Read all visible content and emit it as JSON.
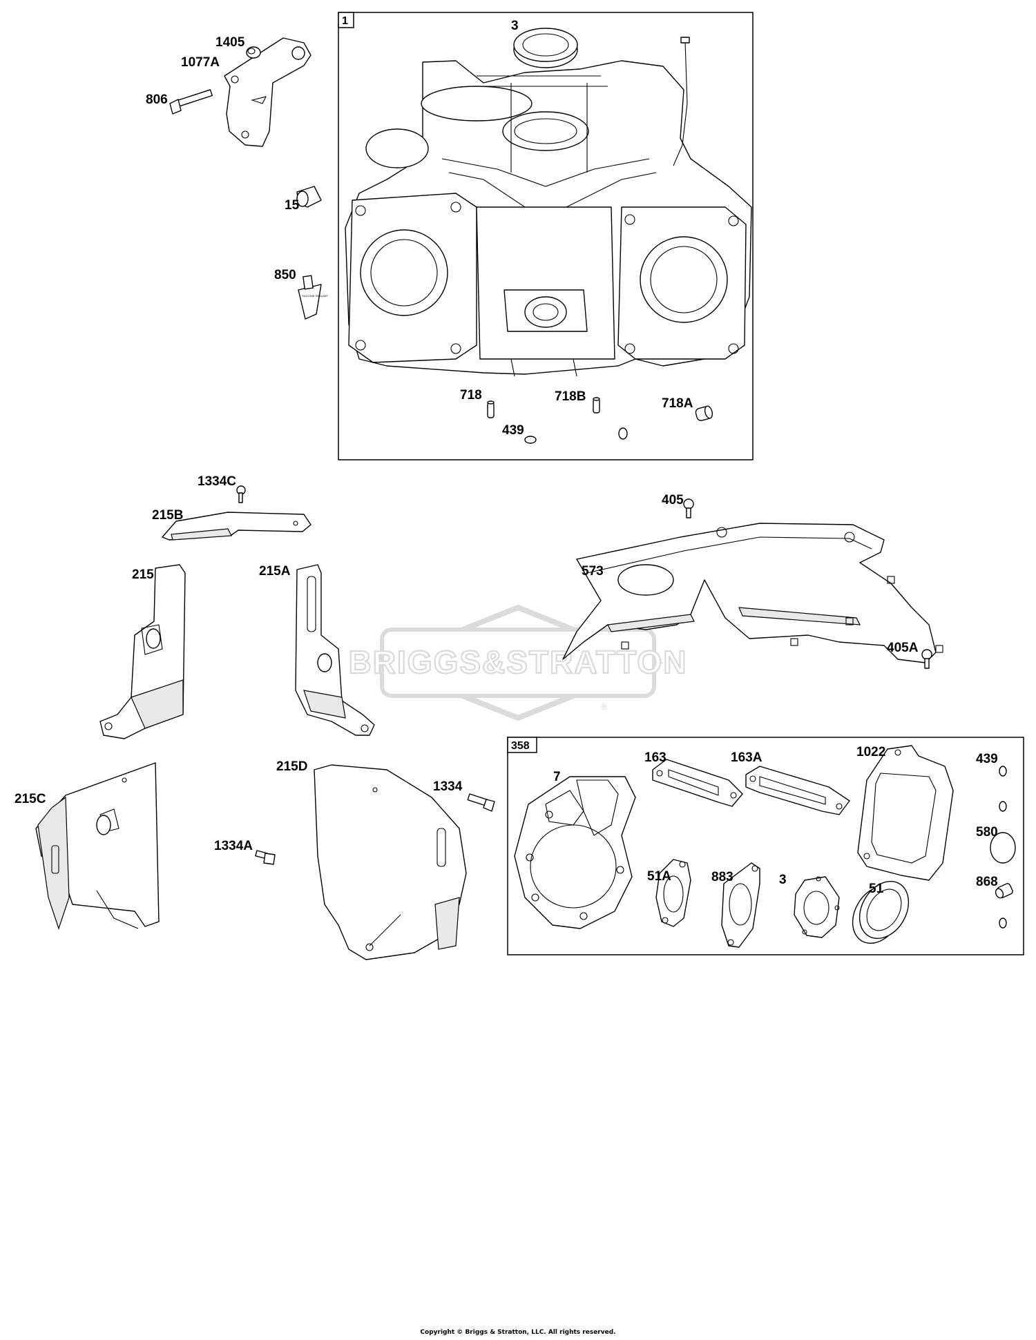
{
  "watermark": {
    "text": "BRIGGS&STRATTON",
    "registered": "®",
    "color": "#d8d8d8"
  },
  "groups": [
    {
      "id": "1",
      "label": "1"
    },
    {
      "id": "358",
      "label": "358"
    }
  ],
  "labels": [
    {
      "id": "1405",
      "text": "1405"
    },
    {
      "id": "1077A",
      "text": "1077A"
    },
    {
      "id": "806",
      "text": "806"
    },
    {
      "id": "15",
      "text": "15"
    },
    {
      "id": "850",
      "text": "850"
    },
    {
      "id": "3-top",
      "text": "3"
    },
    {
      "id": "718",
      "text": "718"
    },
    {
      "id": "718B",
      "text": "718B"
    },
    {
      "id": "718A",
      "text": "718A"
    },
    {
      "id": "439-top",
      "text": "439"
    },
    {
      "id": "1334C",
      "text": "1334C"
    },
    {
      "id": "215B",
      "text": "215B"
    },
    {
      "id": "215",
      "text": "215"
    },
    {
      "id": "215A",
      "text": "215A"
    },
    {
      "id": "405",
      "text": "405"
    },
    {
      "id": "573",
      "text": "573"
    },
    {
      "id": "405A",
      "text": "405A"
    },
    {
      "id": "215C",
      "text": "215C"
    },
    {
      "id": "215D",
      "text": "215D"
    },
    {
      "id": "1334",
      "text": "1334"
    },
    {
      "id": "1334A",
      "text": "1334A"
    },
    {
      "id": "163",
      "text": "163"
    },
    {
      "id": "163A",
      "text": "163A"
    },
    {
      "id": "1022",
      "text": "1022"
    },
    {
      "id": "439-kit",
      "text": "439"
    },
    {
      "id": "7",
      "text": "7"
    },
    {
      "id": "580",
      "text": "580"
    },
    {
      "id": "51",
      "text": "51"
    },
    {
      "id": "51A",
      "text": "51A"
    },
    {
      "id": "883",
      "text": "883"
    },
    {
      "id": "3-kit",
      "text": "3"
    },
    {
      "id": "868",
      "text": "868"
    }
  ],
  "sealant_tube_text": "SILICONE SEALANT",
  "copyright": "Copyright © Briggs & Stratton, LLC. All rights reserved."
}
